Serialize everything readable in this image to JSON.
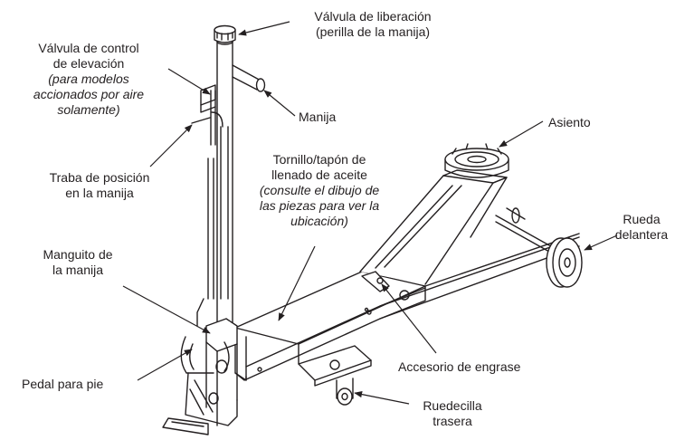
{
  "labels": {
    "release_valve": {
      "line1": "Válvula de liberación",
      "line2": "(perilla de la manija)"
    },
    "lift_control": {
      "line1": "Válvula de control",
      "line2": "de elevación",
      "note1": "(para modelos",
      "note2": "accionados por aire",
      "note3": "solamente)"
    },
    "handle": "Manija",
    "saddle": "Asiento",
    "handle_lock": {
      "line1": "Traba de posición",
      "line2": "en la manija"
    },
    "oil_fill": {
      "line1": "Tornillo/tapón de",
      "line2": "llenado de aceite",
      "note1": "(consulte el dibujo de",
      "note2": "las piezas para ver la",
      "note3": "ubicación)"
    },
    "front_wheel": {
      "line1": "Rueda",
      "line2": "delantera"
    },
    "handle_sleeve": {
      "line1": "Manguito de",
      "line2": "la manija"
    },
    "grease_fitting": "Accesorio de engrase",
    "foot_pedal": "Pedal para pie",
    "rear_caster": {
      "line1": "Ruedecilla",
      "line2": "trasera"
    }
  },
  "colors": {
    "ink": "#231f20",
    "background": "#ffffff"
  }
}
